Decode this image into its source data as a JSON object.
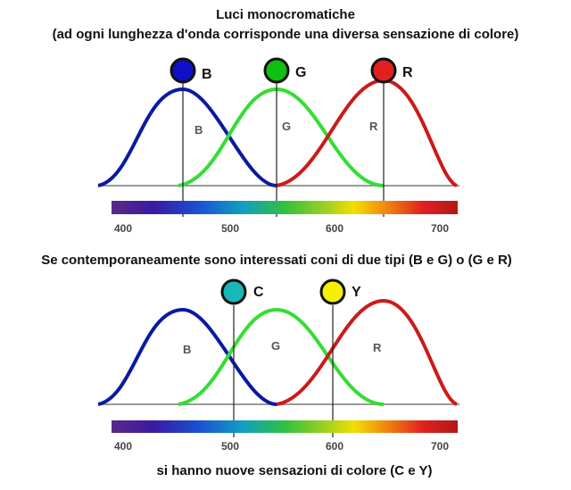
{
  "title_line1": "Luci monocromatiche",
  "title_line2": "(ad ogni lunghezza d'onda corrisponde una diversa sensazione di colore)",
  "middle_caption": "Se contemporaneamente sono interessati coni di due tipi  (B e G) o (G e R)",
  "bottom_caption": "si hanno nuove sensazioni di colore (C e Y)",
  "axis_ticks": [
    "400",
    "500",
    "600",
    "700"
  ],
  "curve_labels": {
    "blue": "B",
    "green": "G",
    "red": "R"
  },
  "top_markers": [
    {
      "label": "B",
      "color": "#1010c8"
    },
    {
      "label": "G",
      "color": "#10c010"
    },
    {
      "label": "R",
      "color": "#e02020"
    }
  ],
  "bottom_markers": [
    {
      "label": "C",
      "color": "#18b8b8"
    },
    {
      "label": "Y",
      "color": "#f4f000"
    }
  ],
  "colors": {
    "blue_curve": "#0a1aa0",
    "green_curve": "#33dd33",
    "red_curve": "#cc1a1a"
  }
}
